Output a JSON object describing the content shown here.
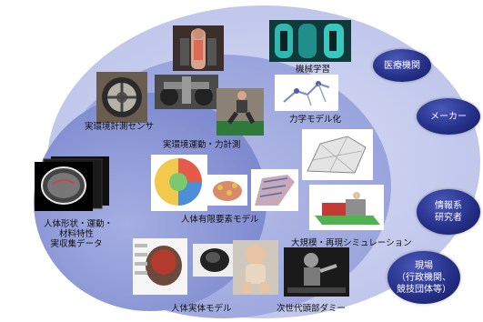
{
  "colors": {
    "outer_ellipse": "#c9cfee",
    "mid_ellipse": "#a9b2e2",
    "inner_ellipse": "#8f9ad7",
    "pill": "#26318a",
    "pill_text": "#ffffff"
  },
  "labels": {
    "machine_learning": "機械学習",
    "real_sensor": "実環境計測センサ",
    "dynamics_model": "力学モデル化",
    "motion_measure": "実環境運動・力計測",
    "body_data_1": "人体形状・運動・",
    "body_data_2": "材料特性",
    "body_data_3": "実収集データ",
    "fem_model": "人体有限要素モデル",
    "simulation": "大規模・再現シミュレーション",
    "physical_model": "人体実体モデル",
    "dummy": "次世代頭部ダミー"
  },
  "stakeholders": {
    "medical": "医療機関",
    "maker": "メーカー",
    "info_1": "情報系",
    "info_2": "研究者",
    "field_1": "現場",
    "field_2": "（行政機関、",
    "field_3": "競技団体等）"
  },
  "icons": {
    "photo_xray": "xray-person-photo-icon",
    "photo_ml": "robot-arm-photo-icon",
    "photo_sensor": "wheel-sensor-photo-icon",
    "photo_machine": "test-rig-photo-icon",
    "photo_motion": "squat-force-plate-photo-icon",
    "photo_dynamics": "skeleton-model-icon",
    "photo_ct": "ct-scan-stack-icon",
    "photo_head": "head-fem-icon",
    "photo_hand": "hand-fem-icon",
    "photo_foot": "foot-fem-icon",
    "photo_shoe": "shoe-mesh-icon",
    "photo_sim": "vehicle-crash-sim-icon",
    "photo_physical": "skull-model-photo-icon",
    "photo_physical2": "foot-model-photo-icon",
    "photo_baby": "baby-dummy-photo-icon",
    "photo_dummy": "crash-dummy-photo-icon"
  }
}
